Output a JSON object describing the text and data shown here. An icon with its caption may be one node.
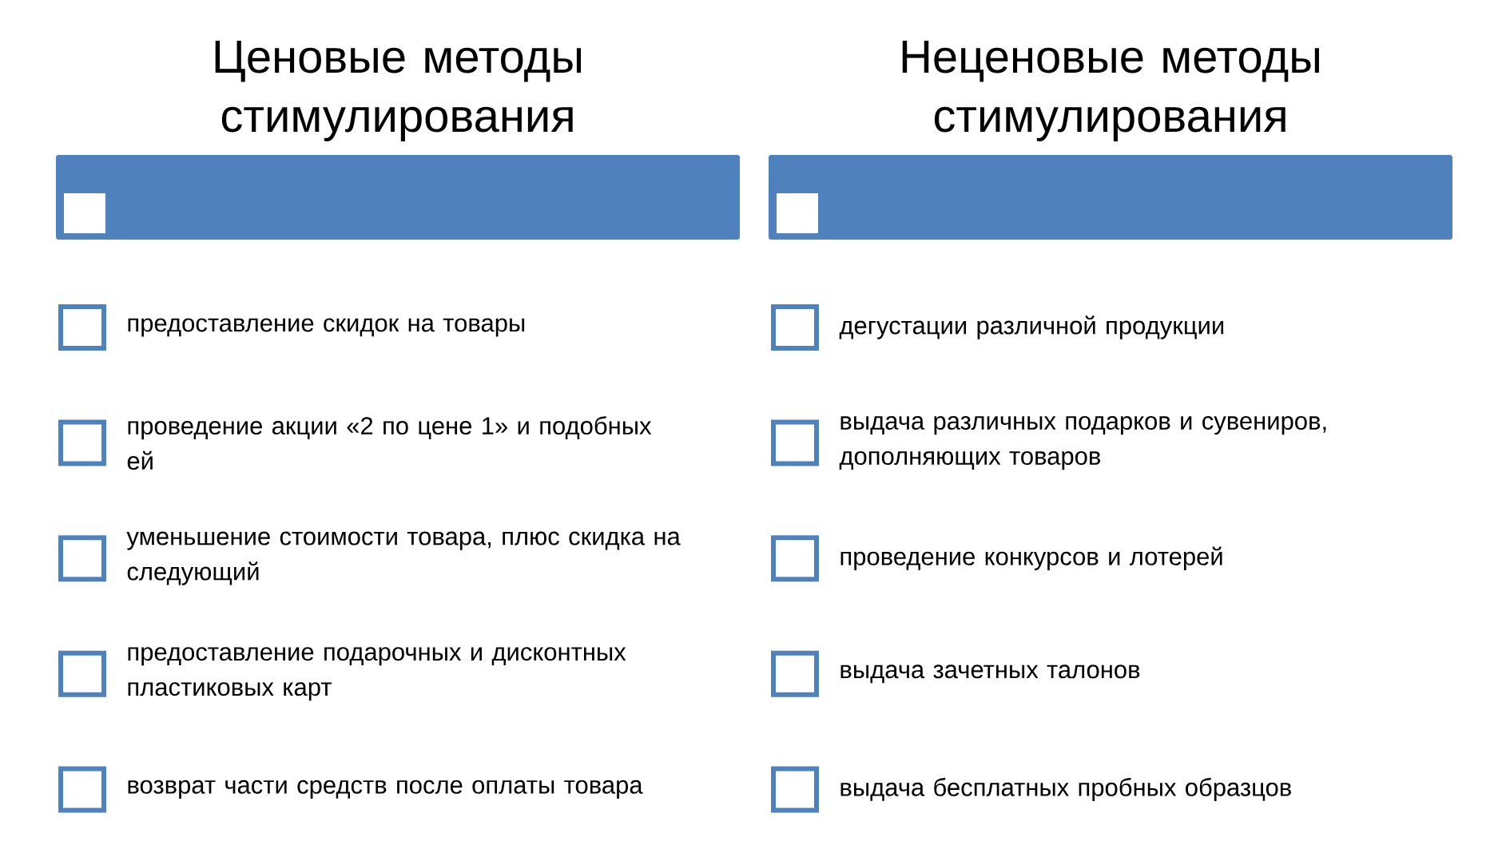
{
  "diagram": {
    "nodes": [
      {
        "text": [
          "Ценовые методы стимулирования"
        ]
      },
      {
        "text": [
          "Неценовые методы стимулирования"
        ]
      },
      {
        "text": [
          "предоставление скидок на товары"
        ]
      },
      {
        "text": [
          "проведение акции «2 по цене 1» и подобных ей"
        ]
      },
      {
        "text": [
          "уменьшение стоимости товара, плюс скидка на следующий"
        ]
      },
      {
        "text": [
          "предоставление подарочных и дисконтных пластиковых карт"
        ]
      },
      {
        "text": [
          "возврат части средств после оплаты товара"
        ]
      },
      {
        "text": [
          "дегустации различной продукции"
        ]
      },
      {
        "text": [
          "выдача различных подарков и сувениров, дополняющих товаров"
        ]
      },
      {
        "text": [
          "проведение конкурсов и лотерей"
        ]
      },
      {
        "text": [
          "выдача зачетных талонов"
        ]
      },
      {
        "text": [
          "выдача бесплатных пробных образцов"
        ]
      }
    ]
  }
}
